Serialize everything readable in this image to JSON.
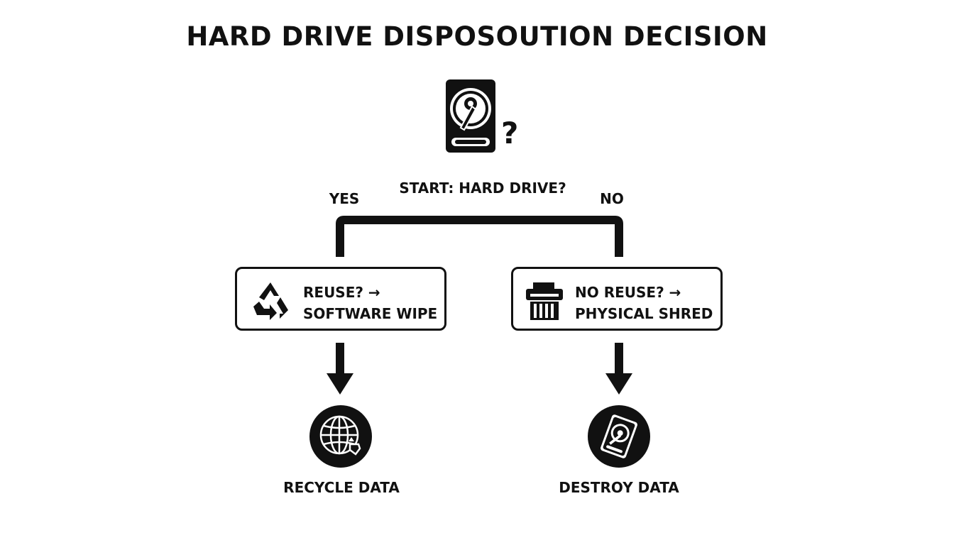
{
  "title": "HARD DRIVE DISPOSOUTION DECISION",
  "start": {
    "label": "START: HARD DRIVE?",
    "icon": "hard-drive-question-icon"
  },
  "branches": {
    "yes_label": "YES",
    "no_label": "NO"
  },
  "decisions": {
    "left": {
      "line1": "REUSE? →",
      "line2": "SOFTWARE WIPE",
      "icon": "recycle-icon"
    },
    "right": {
      "line1": "NO REUSE? →",
      "line2": "PHYSICAL SHRED",
      "icon": "shredder-icon"
    }
  },
  "outcomes": {
    "left": {
      "label": "RECYCLE DATA",
      "icon": "globe-recycle-icon"
    },
    "right": {
      "label": "DESTROY DATA",
      "icon": "hard-drive-destroy-icon"
    }
  },
  "colors": {
    "ink": "#111111",
    "background": "#ffffff"
  }
}
